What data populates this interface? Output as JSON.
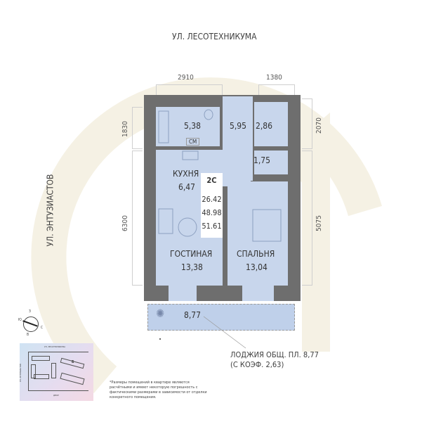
{
  "streets": {
    "top": "УЛ. ЛЕСОТЕХНИКУМА",
    "left": "УЛ. ЭНТУЗИАСТОВ"
  },
  "dimensions": {
    "top_left": "2910",
    "top_right": "1380",
    "left_upper": "1830",
    "left_lower": "6300",
    "right_upper": "2070",
    "right_lower": "5075"
  },
  "rooms": [
    {
      "name": "",
      "area": "5,38",
      "tag": "СМ"
    },
    {
      "name": "",
      "area": "5,95"
    },
    {
      "name": "",
      "area": "2,86"
    },
    {
      "name": "",
      "area": "1,75"
    },
    {
      "name": "КУХНЯ",
      "area": "6,47"
    },
    {
      "name": "ГОСТИНАЯ",
      "area": "13,38"
    },
    {
      "name": "СПАЛЬНЯ",
      "area": "13,04"
    },
    {
      "name": "",
      "area": "8,77"
    }
  ],
  "apartment": {
    "type": "2С",
    "living_area": "26.42",
    "total_area": "48.98",
    "total_with_loggia": "51.61"
  },
  "loggia_note": {
    "line1": "ЛОДЖИЯ ОБЩ. ПЛ. 8,77",
    "line2": "(С КОЭФ. 2,63)"
  },
  "compass": {
    "n": "З",
    "e": "С",
    "s": "В",
    "w": "Ю"
  },
  "minimap": {
    "top": "УЛ. ЛЕСОТЕХНИКУМА",
    "left": "УЛ. ЭНТУЗИАСТОВ",
    "bottom": "ДВОР",
    "marker": "Б"
  },
  "footnote": "*Размеры помещений в квартире являются расчётными и имеют некоторую погрешность с фактическими размерами в зависимости от отделки конкретного помещения.",
  "colors": {
    "wall": "#6e6e6e",
    "room": "#c8d6ec",
    "logo": "#f4f0e2"
  }
}
